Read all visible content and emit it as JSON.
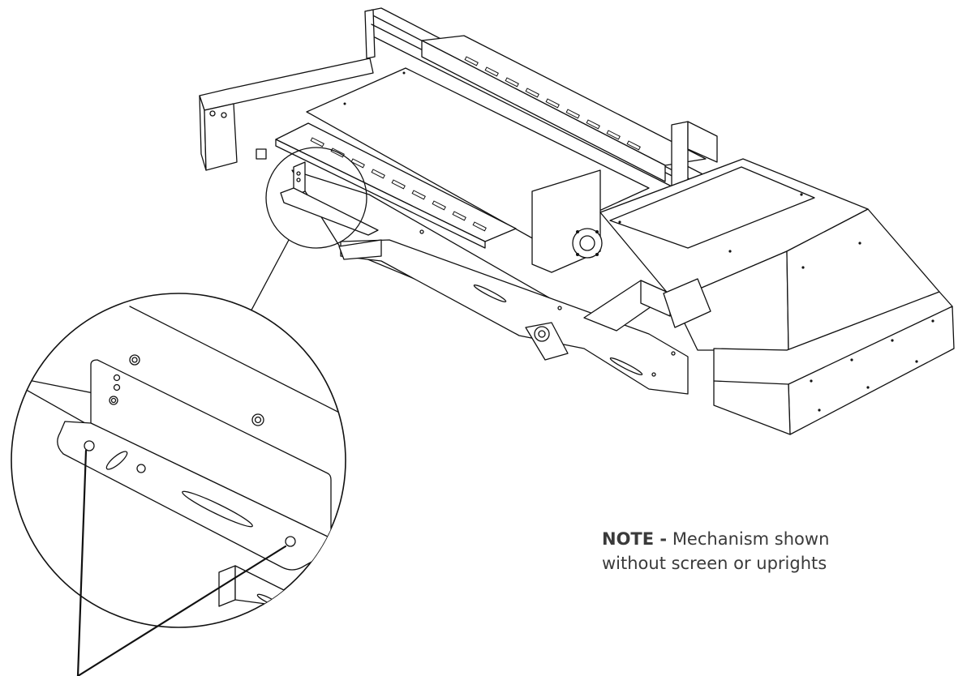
{
  "note": {
    "bold": "NOTE -",
    "line1": "Mechanism shown",
    "line2": "without screen or uprights"
  },
  "colors": {
    "line": "#111111",
    "text": "#3a3a3a",
    "background": "#ffffff"
  }
}
